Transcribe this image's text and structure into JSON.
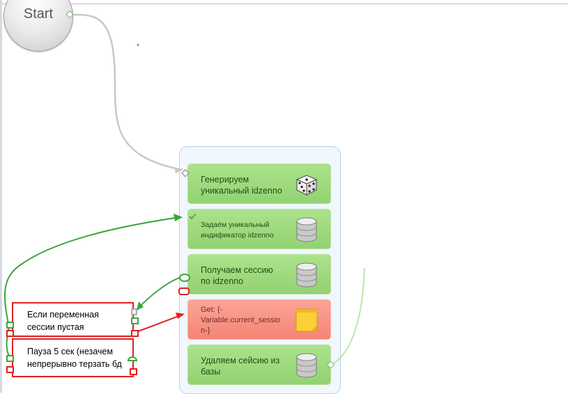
{
  "start": {
    "label": "Start"
  },
  "actions": [
    {
      "label": "Генерируем\nуникальный idzenno",
      "icon": "dice-icon"
    },
    {
      "label": "Задаём уникальный\nиндификатор idzenno",
      "icon": "database-icon"
    },
    {
      "label": "Получаем сессию\nпо idzenno",
      "icon": "database-icon"
    },
    {
      "label": "Get: {-\nVariable.current_sessio\nn-}",
      "icon": "sticky-note-icon"
    },
    {
      "label": "Удаляем сейсию из\nбазы",
      "icon": "database-icon"
    }
  ],
  "notes": [
    {
      "label": "Если переменная\nсессии пустая"
    },
    {
      "label": "Пауза 5 сек (незачем\nнепрерывно терзать бд"
    }
  ],
  "colors": {
    "action_block": "#9bd87b",
    "error_block": "#f69384",
    "success_connector": "#3aa63a",
    "error_connector": "#e02020",
    "start_connector": "#c8c8c8"
  }
}
